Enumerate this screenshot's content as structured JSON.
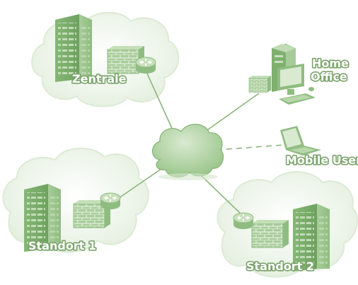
{
  "nodes": {
    "zentrale": {
      "label": "Zentrale"
    },
    "standort1": {
      "label": "Standort 1"
    },
    "standort2": {
      "label": "Standort 2"
    },
    "home_office": {
      "label_line1": "Home",
      "label_line2": "Office"
    },
    "mobile_user": {
      "label": "Mobile User"
    }
  },
  "colors": {
    "accent": "#8ab67a",
    "cloud_fill": "#e9f2e4",
    "cloud_stroke": "#d3e6cb",
    "building": "#7fb06f",
    "line": "#8ab67a"
  },
  "icons": {
    "network": "internet-cloud-icon",
    "building": "office-building-icon",
    "firewall": "firewall-icon",
    "router": "router-icon",
    "pc": "desktop-computer-icon",
    "laptop": "laptop-icon"
  }
}
